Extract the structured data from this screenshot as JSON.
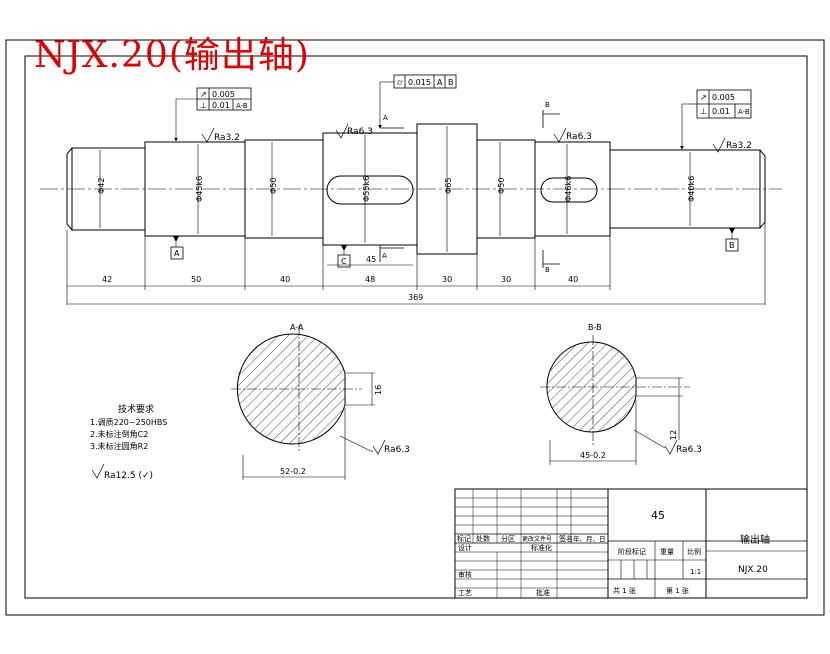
{
  "title": "NJX.20(输出轴)",
  "gdt": {
    "left": {
      "runout": "0.005",
      "perp": "0.01",
      "ref": "A-B"
    },
    "center": {
      "tol": "0.015",
      "d1": "A",
      "d2": "B"
    },
    "right": {
      "runout": "0.005",
      "perp": "0.01",
      "ref": "A-B"
    }
  },
  "roughness": {
    "ra32": "Ra3.2",
    "ra63": "Ra6.3",
    "ra63_right": "Ra6.3",
    "ra32_right": "Ra3.2",
    "section_a": "Ra6.3",
    "section_b": "Ra6.3",
    "general": "Ra12.5 (✓)"
  },
  "diameters": [
    "Φ42",
    "Φ45k6",
    "Φ50",
    "Φ55k6",
    "Φ65",
    "Φ50",
    "Φ46k6",
    "Φ40k6"
  ],
  "datums": {
    "a": "A",
    "b": "B",
    "c": "C"
  },
  "section_marks": {
    "a": "A",
    "b": "B"
  },
  "dimensions": {
    "lengths": [
      "42",
      "50",
      "40",
      "48",
      "30",
      "30",
      "40"
    ],
    "keyway_len": "45",
    "total": "369"
  },
  "sections": {
    "a_label": "A-A",
    "b_label": "B-B",
    "a_width": "16",
    "a_depth": "52-0.2",
    "b_width": "12",
    "b_depth": "45-0.2"
  },
  "tech_req": {
    "heading": "技术要求",
    "lines": [
      "1.调质220~250HBS",
      "2.未标注倒角C2",
      "3.未标注圆角R2"
    ]
  },
  "title_block": {
    "material": "45",
    "part_name": "输出轴",
    "drawing_no": "NJX.20",
    "scale": "1:1",
    "sheets": "共  1  张",
    "sheet_no": "第  1  张",
    "headers": [
      "标记",
      "处数",
      "分区",
      "更改文件号",
      "签名",
      "年、月、日"
    ],
    "design": "设计",
    "standardize": "标准化",
    "review": "审核",
    "process": "工艺",
    "approve": "批准",
    "stage_mark": "阶段标记",
    "weight": "重量",
    "ratio": "比例"
  }
}
